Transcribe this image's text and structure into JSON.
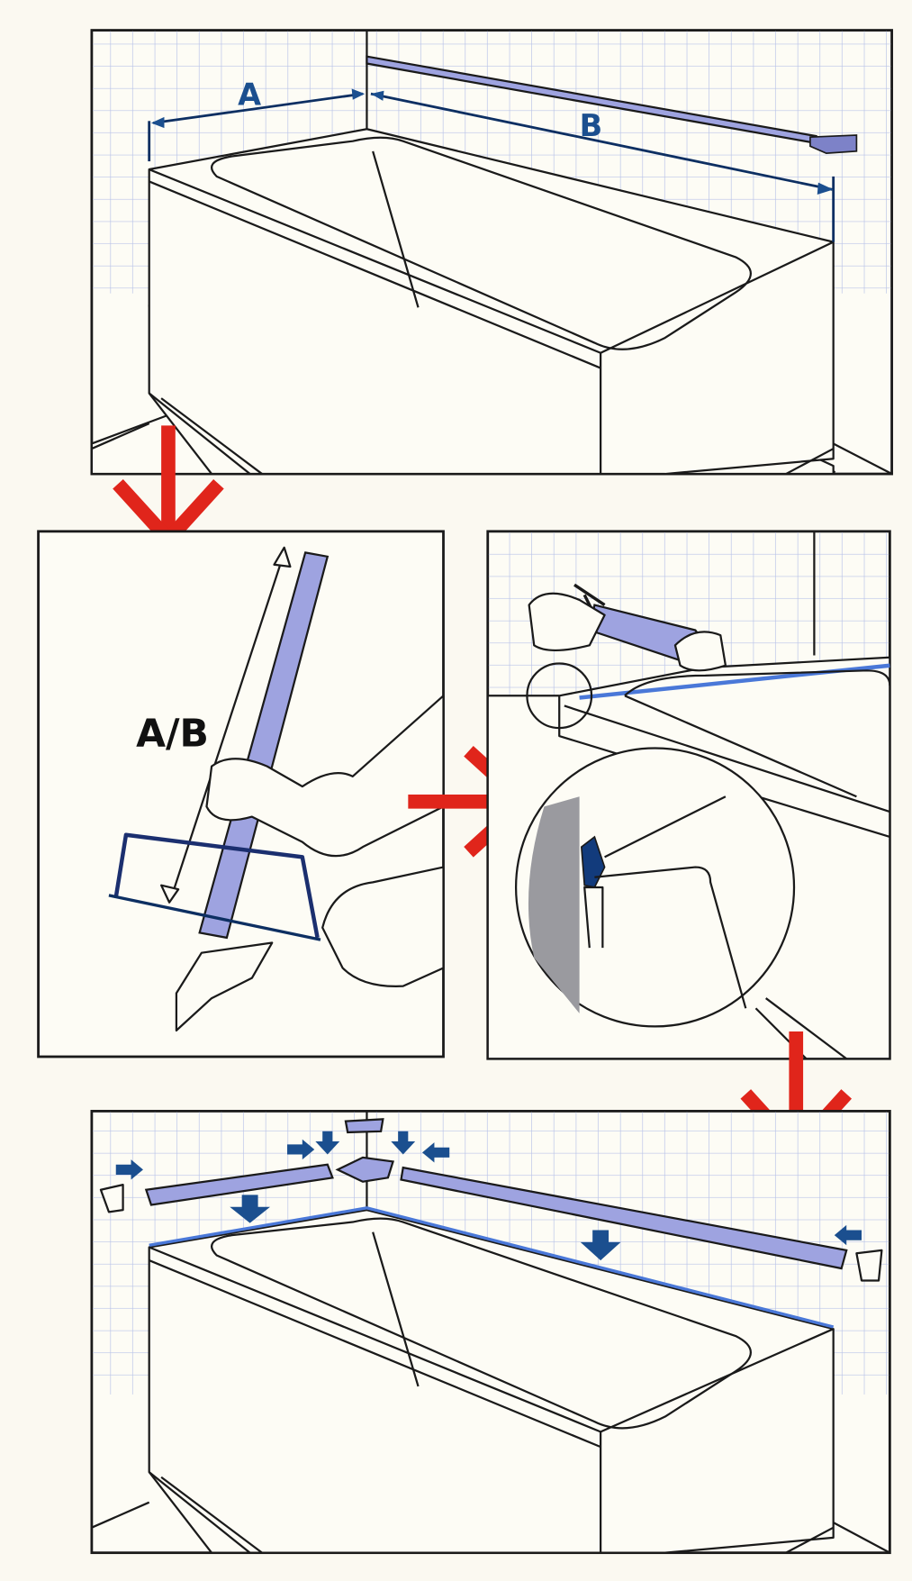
{
  "diagram": {
    "step1": {
      "label_a": "A",
      "label_b": "B"
    },
    "step2": {
      "label_ab": "A/B"
    },
    "colors": {
      "arrow": "#e0251b",
      "profile": "#9ea3e0",
      "dimension": "#1b4f8f",
      "tile_grid": "#b9c3e8"
    }
  }
}
